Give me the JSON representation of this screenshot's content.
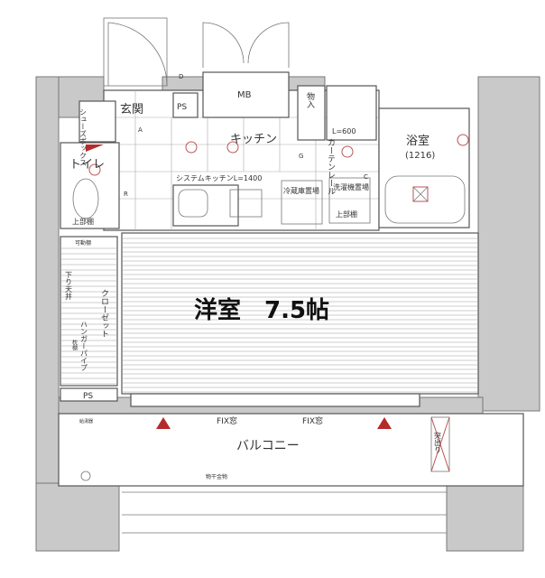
{
  "plan": {
    "entrance": "玄関",
    "shoe_box": "シューズボックス",
    "ps_top": "PS",
    "mb": "MB",
    "storage": "物入",
    "kitchen": "キッチン",
    "curtain_length": "L=600",
    "curtain_rail": "カーテンレール",
    "bathroom": "浴室",
    "bathroom_size": "(1216)",
    "toilet": "トイレ",
    "upper_shelf": "上部棚",
    "system_kitchen": "システムキッチンL=1400",
    "fridge_space": "冷蔵庫置場",
    "washer_space": "洗濯機置場",
    "movable_shelf": "可動棚",
    "lowered_ceiling": "下り天井",
    "closet": "クローゼット",
    "hanger_pipe": "ハンガーパイプ",
    "pillow_shelf": "枕棚",
    "ps_bottom": "PS",
    "western_room": "洋室　7.5帖",
    "fix_window": "FIX窓",
    "balcony": "バルコニー",
    "drying_hardware": "物干金物",
    "water_heater": "給湯器",
    "partition": "突出り",
    "marks": {
      "A": "A",
      "D": "D",
      "G": "G",
      "R": "R",
      "C": "C"
    }
  },
  "colors": {
    "wall": "#c9c9c9",
    "accent_red": "#b52a2a",
    "stripe": "#bbbbbb"
  }
}
